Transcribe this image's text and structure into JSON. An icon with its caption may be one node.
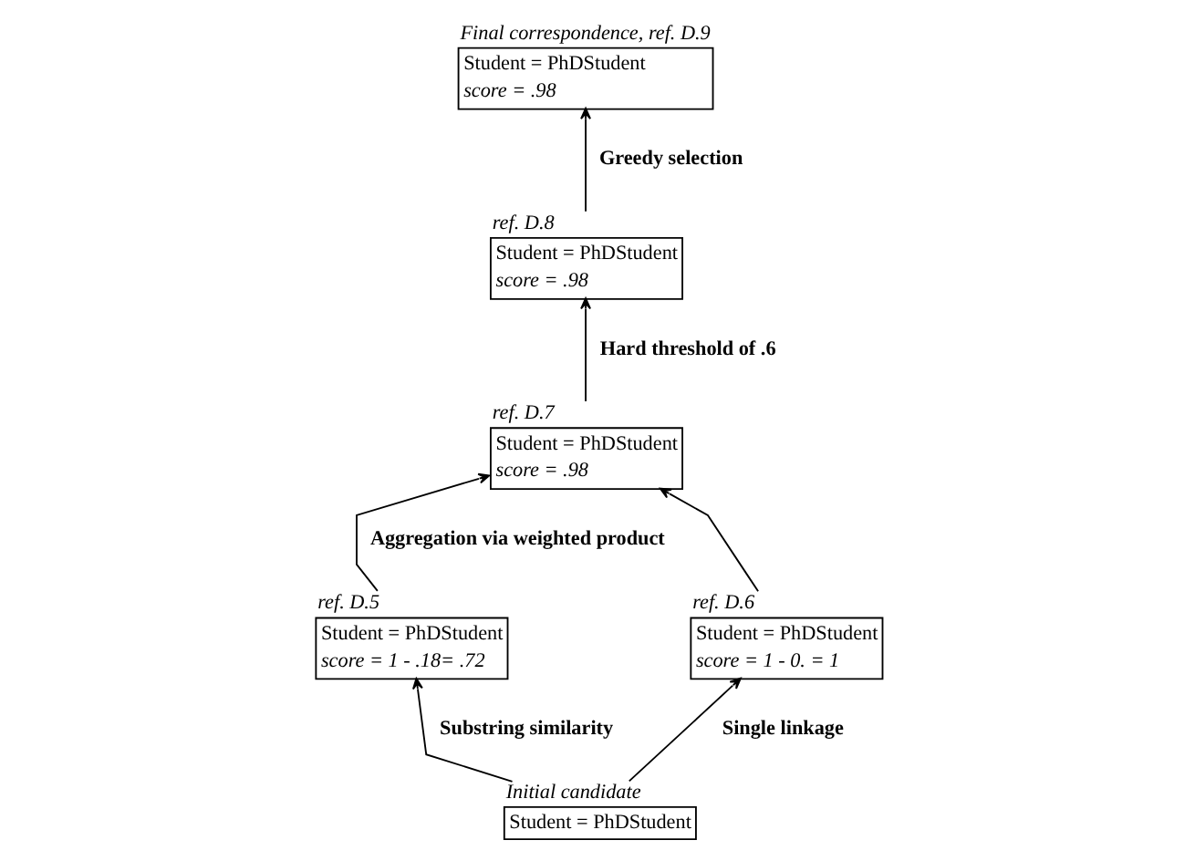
{
  "diagram": {
    "nodes": [
      {
        "text": [
          "Student = PhDStudent",
          "score = .98"
        ],
        "beside": [
          "Final correspondence, ref. D.9"
        ]
      },
      {
        "text": [
          "Student = PhDStudent",
          "score = .98"
        ],
        "beside": [
          "ref. D.8"
        ]
      },
      {
        "text": [
          "Student = PhDStudent",
          "score = .98"
        ],
        "beside": [
          "ref. D.7"
        ]
      },
      {
        "text": [
          "Student = PhDStudent",
          "score = 1 - .18= .72"
        ],
        "beside": [
          "ref. D.5"
        ]
      },
      {
        "text": [
          "Student = PhDStudent",
          "score = 1 - 0. = 1"
        ],
        "beside": [
          "ref. D.6"
        ]
      },
      {
        "text": [
          "Student = PhDStudent"
        ],
        "beside": [
          "Initial candidate"
        ]
      }
    ],
    "edges": [
      {
        "from": 1,
        "to": 0,
        "arrow": "to",
        "label": "Greedy selection"
      },
      {
        "from": 2,
        "to": 1,
        "arrow": "to",
        "label": "Hard threshold of .6"
      },
      {
        "from": 3,
        "to": 2,
        "arrow": "to",
        "label": "Aggregation via weighted product"
      },
      {
        "from": 4,
        "to": 2,
        "arrow": "to"
      },
      {
        "from": 5,
        "to": 3,
        "arrow": "to",
        "label": "Substring similarity"
      },
      {
        "from": 5,
        "to": 4,
        "arrow": "to",
        "label": "Single linkage"
      }
    ]
  }
}
